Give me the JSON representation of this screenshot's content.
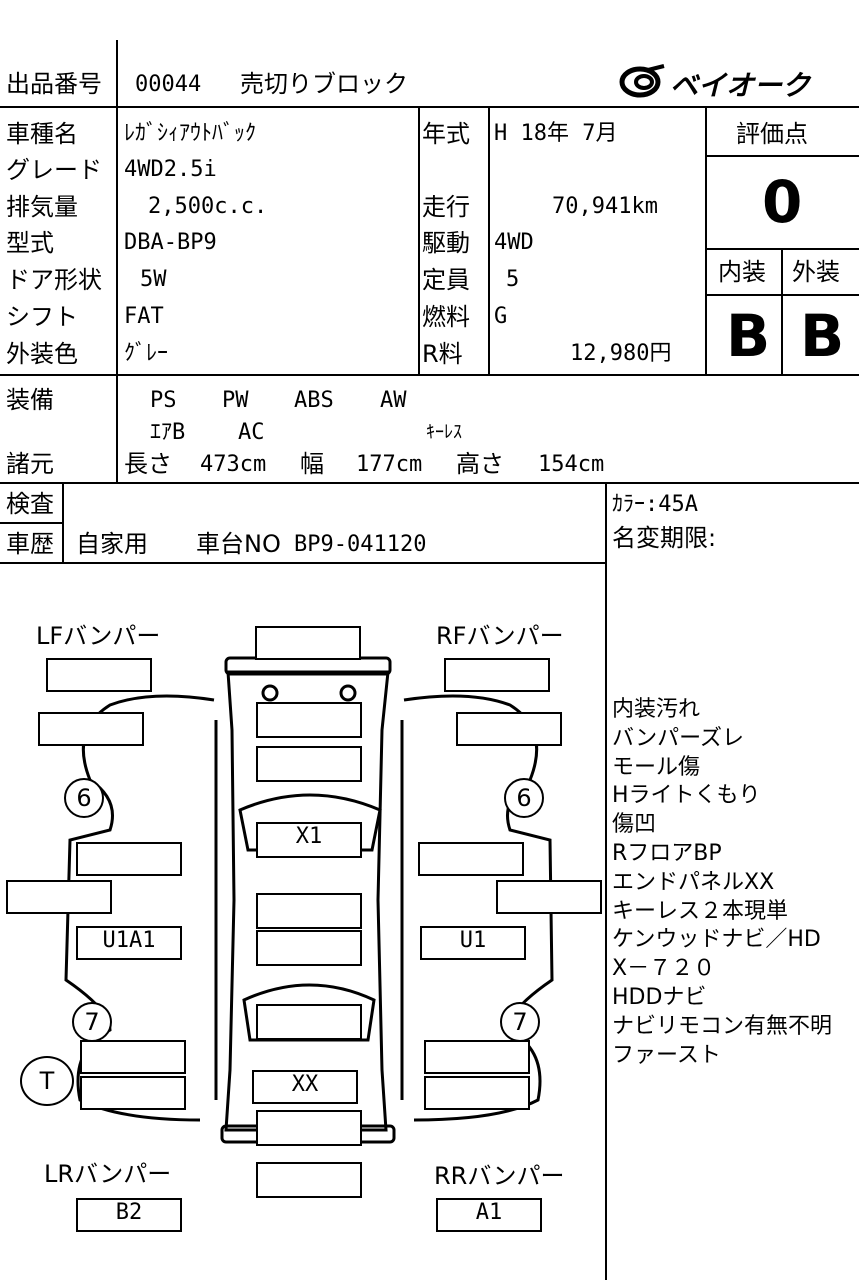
{
  "header": {
    "lot_label": "出品番号",
    "lot_number": "00044",
    "sale_type": "売切りブロック",
    "logo_text": "ベイオーク"
  },
  "spec": {
    "model_label": "車種名",
    "model_value": "ﾚｶﾞｼｨｱｳﾄﾊﾞｯｸ",
    "grade_label": "グレード",
    "grade_value": "4WD2.5i",
    "engine_label": "排気量",
    "engine_value": "2,500c.c.",
    "type_label": "型式",
    "type_value": "DBA-BP9",
    "door_label": "ドア形状",
    "door_value": "5W",
    "shift_label": "シフト",
    "shift_value": "FAT",
    "color_label": "外装色",
    "color_value": "ｸﾞﾚｰ",
    "year_label": "年式",
    "year_value": "H 18年  7月",
    "mileage_label": "走行",
    "mileage_value": "70,941km",
    "drive_label": "駆動",
    "drive_value": "4WD",
    "capacity_label": "定員",
    "capacity_value": "5",
    "fuel_label": "燃料",
    "fuel_value": "G",
    "recycle_label": "R料",
    "recycle_value": "12,980円"
  },
  "grade_box": {
    "score_label": "評価点",
    "score": "0",
    "interior_label": "内装",
    "exterior_label": "外装",
    "interior_grade": "B",
    "exterior_grade": "B"
  },
  "equipment": {
    "label": "装備",
    "items_row1": [
      "PS",
      "PW",
      "ABS",
      "AW"
    ],
    "items_row2": [
      "ｴｱB",
      "AC",
      "ｷｰﾚｽ"
    ]
  },
  "dimensions": {
    "label": "諸元",
    "length_label": "長さ",
    "length_value": "473cm",
    "width_label": "幅",
    "width_value": "177cm",
    "height_label": "高さ",
    "height_value": "154cm"
  },
  "inspection": {
    "label": "検査",
    "history_label": "車歴",
    "history_value": "自家用",
    "chassis_label": "車台NO",
    "chassis_value": "BP9-041120",
    "color_code": "ｶﾗｰ:45A",
    "name_change_label": "名変期限:"
  },
  "diagram": {
    "lf_bumper": "LFバンパー",
    "rf_bumper": "RFバンパー",
    "lr_bumper": "LRバンパー",
    "rr_bumper": "RRバンパー",
    "roof_mark": "X1",
    "trunk_mark": "XX",
    "left_door_mark": "U1A1",
    "right_door_mark": "U1",
    "lr_bumper_mark": "B2",
    "rr_bumper_mark": "A1",
    "lf_tire": "6",
    "rf_tire": "6",
    "lr_tire": "7",
    "rr_tire": "7",
    "spare": "T"
  },
  "notes": [
    "内装汚れ",
    "バンパーズレ",
    "モール傷",
    "Hライトくもり",
    "傷凹",
    "RフロアBP",
    "エンドパネルXX",
    "キーレス２本現単",
    "ケンウッドナビ／HD",
    "X－７２０",
    "HDDナビ",
    "ナビリモコン有無不明",
    "ファースト"
  ]
}
